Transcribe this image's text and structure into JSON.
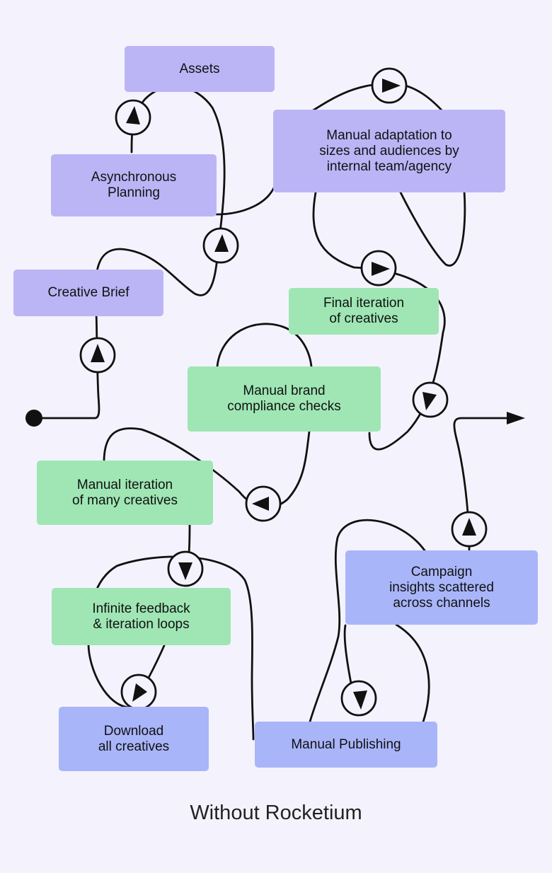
{
  "diagram": {
    "caption": "Without Rocketium",
    "nodes": [
      {
        "id": "assets",
        "label": "Assets",
        "color": "#bbb5f6"
      },
      {
        "id": "async-planning",
        "label": "Asynchronous\nPlanning",
        "color": "#bbb5f6"
      },
      {
        "id": "creative-brief",
        "label": "Creative Brief",
        "color": "#bbb5f6"
      },
      {
        "id": "manual-adaptation",
        "label": "Manual adaptation to\nsizes and audiences by\ninternal team/agency",
        "color": "#bbb5f6"
      },
      {
        "id": "final-iteration",
        "label": "Final iteration\nof creatives",
        "color": "#9fe6b4"
      },
      {
        "id": "brand-compliance",
        "label": "Manual brand\ncompliance checks",
        "color": "#9fe6b4"
      },
      {
        "id": "manual-iteration",
        "label": "Manual iteration\nof many creatives",
        "color": "#9fe6b4"
      },
      {
        "id": "feedback-loops",
        "label": "Infinite feedback\n& iteration loops",
        "color": "#9fe6b4"
      },
      {
        "id": "download",
        "label": "Download\nall creatives",
        "color": "#a9b5f9"
      },
      {
        "id": "publishing",
        "label": "Manual Publishing",
        "color": "#a9b5f9"
      },
      {
        "id": "insights",
        "label": "Campaign\ninsights scattered\nacross channels",
        "color": "#a9b5f9"
      }
    ]
  }
}
